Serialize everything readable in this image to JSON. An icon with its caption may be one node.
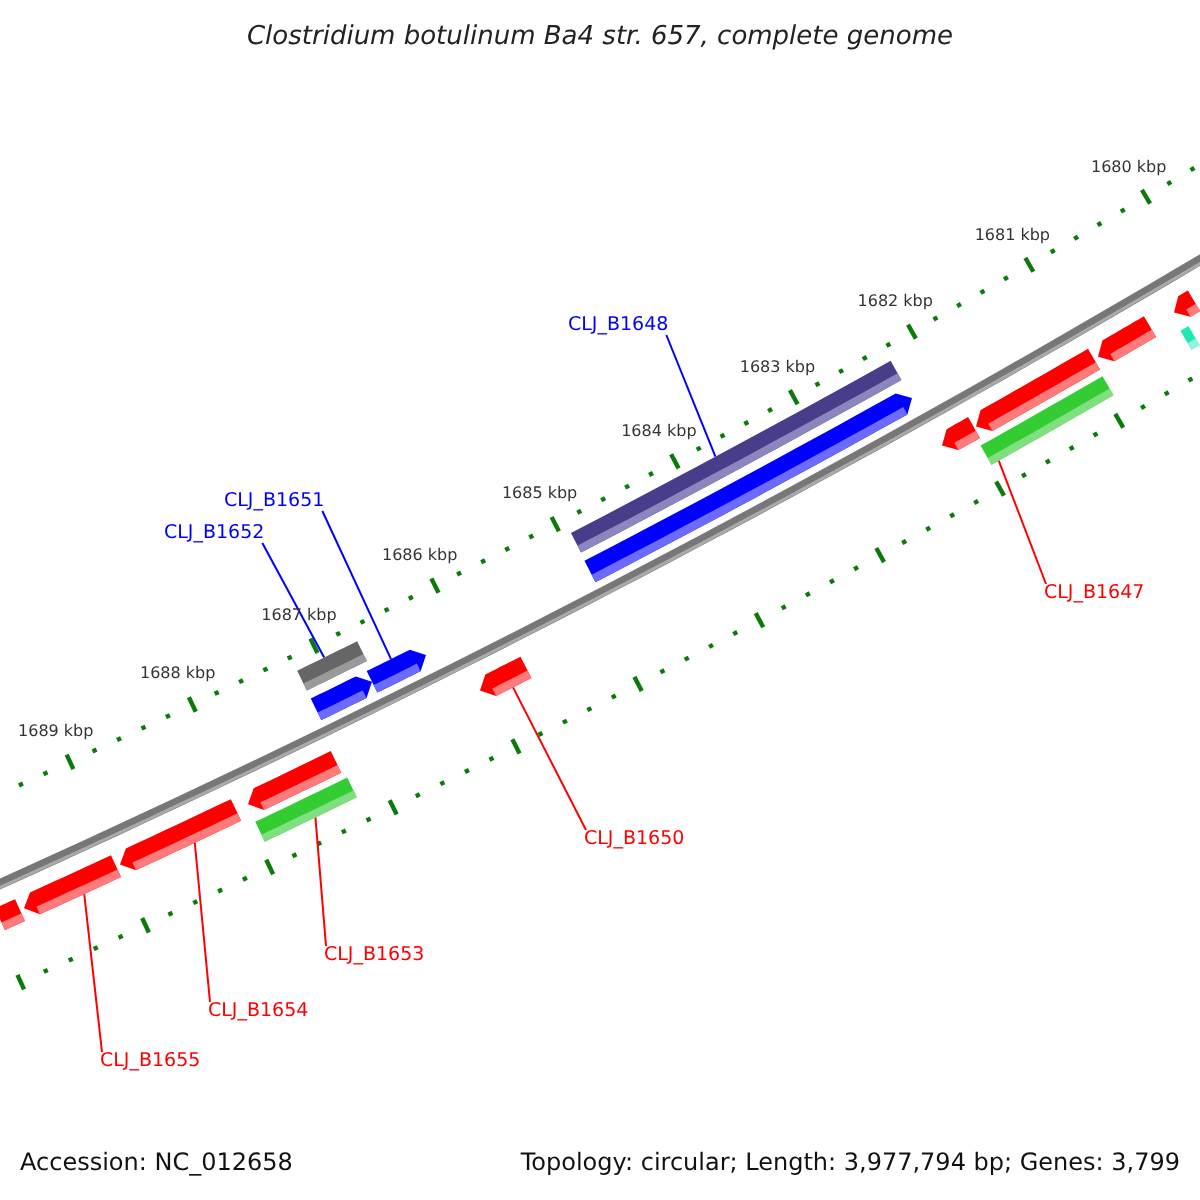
{
  "diagram": {
    "title": "Clostridium botulinum Ba4 str. 657, complete genome",
    "nodes": [
      {
        "text": [
          "CLJ_B1648"
        ]
      },
      {
        "text": [
          "CLJ_B1651"
        ]
      },
      {
        "text": [
          "CLJ_B1652"
        ]
      },
      {
        "text": [
          "CLJ_B1647"
        ]
      },
      {
        "text": [
          "CLJ_B1650"
        ]
      },
      {
        "text": [
          "CLJ_B1653"
        ]
      },
      {
        "text": [
          "CLJ_B1654"
        ]
      },
      {
        "text": [
          "CLJ_B1655"
        ]
      },
      {
        "text": [],
        "shape": "bar"
      },
      {
        "text": [],
        "shape": "bar"
      },
      {
        "text": [],
        "shape": "bar"
      },
      {
        "text": [],
        "shape": "bar"
      },
      {
        "text": [],
        "shape": "bar"
      },
      {
        "text": [],
        "shape": "bar"
      },
      {
        "text": [],
        "shape": "bar"
      },
      {
        "text": [],
        "shape": "bar"
      },
      {
        "text": [],
        "shape": "bar"
      },
      {
        "text": [],
        "shape": "bar"
      },
      {
        "text": [],
        "shape": "bar"
      },
      {
        "text": [],
        "shape": "bar"
      },
      {
        "text": [],
        "shape": "bar"
      },
      {
        "text": [],
        "shape": "bar"
      },
      {
        "text": [],
        "shape": "bar"
      },
      {
        "text": [],
        "shape": "bar"
      },
      {
        "text": [],
        "shape": "bar"
      }
    ],
    "edges": [
      {
        "from": 0,
        "to": 17,
        "arrow": "none",
        "color": "#0000ff"
      },
      {
        "from": 1,
        "to": 15,
        "arrow": "none",
        "color": "#0000ff"
      },
      {
        "from": 2,
        "to": 13,
        "arrow": "none",
        "color": "#0000ff"
      },
      {
        "from": 3,
        "to": 21,
        "arrow": "none"
      },
      {
        "from": 4,
        "to": 16,
        "arrow": "none"
      },
      {
        "from": 5,
        "to": 12,
        "arrow": "none"
      },
      {
        "from": 6,
        "to": 10,
        "arrow": "none"
      },
      {
        "from": 7,
        "to": 9,
        "arrow": "none"
      }
    ],
    "labels": [
      "1680 kbp",
      "1681 kbp",
      "1682 kbp",
      "1683 kbp",
      "1684 kbp",
      "1685 kbp",
      "1686 kbp",
      "1687 kbp",
      "1688 kbp",
      "1689 kbp",
      "Accession: NC_012658",
      "Topology: circular; Length: 3,977,794 bp; Genes: 3,799"
    ]
  }
}
